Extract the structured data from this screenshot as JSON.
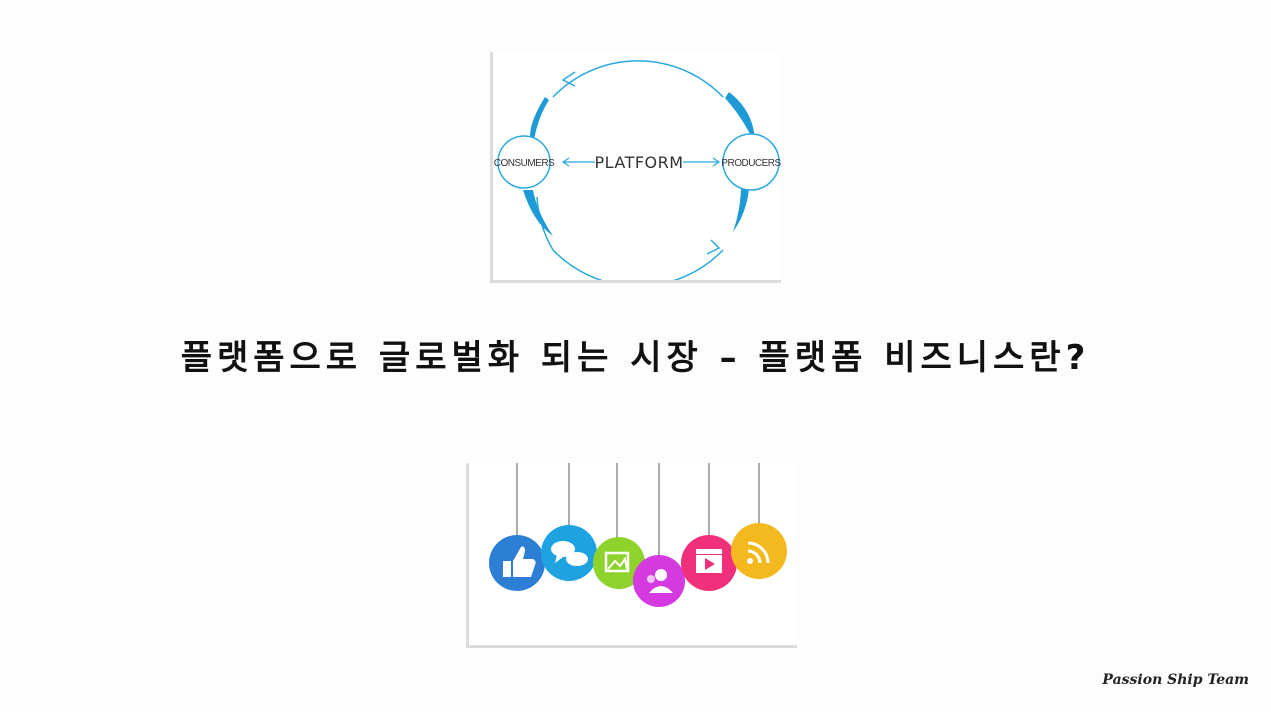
{
  "diagram": {
    "consumers_label": "CONSUMERS",
    "platform_label": "PLATFORM",
    "producers_label": "PRODUCERS"
  },
  "title": "플랫폼으로 글로벌화 되는 시장 – 플랫폼 비즈니스란?",
  "social_icons": [
    {
      "name": "like-icon",
      "color": "#2d7fd6"
    },
    {
      "name": "chat-icon",
      "color": "#1ea2e0"
    },
    {
      "name": "photo-icon",
      "color": "#8ed32b"
    },
    {
      "name": "user-icon",
      "color": "#d43ae0"
    },
    {
      "name": "video-icon",
      "color": "#f0307a"
    },
    {
      "name": "rss-icon",
      "color": "#f5b920"
    }
  ],
  "signature": "Passion Ship Team",
  "colors": {
    "accent": "#29a8e0",
    "title_text": "#111111"
  }
}
